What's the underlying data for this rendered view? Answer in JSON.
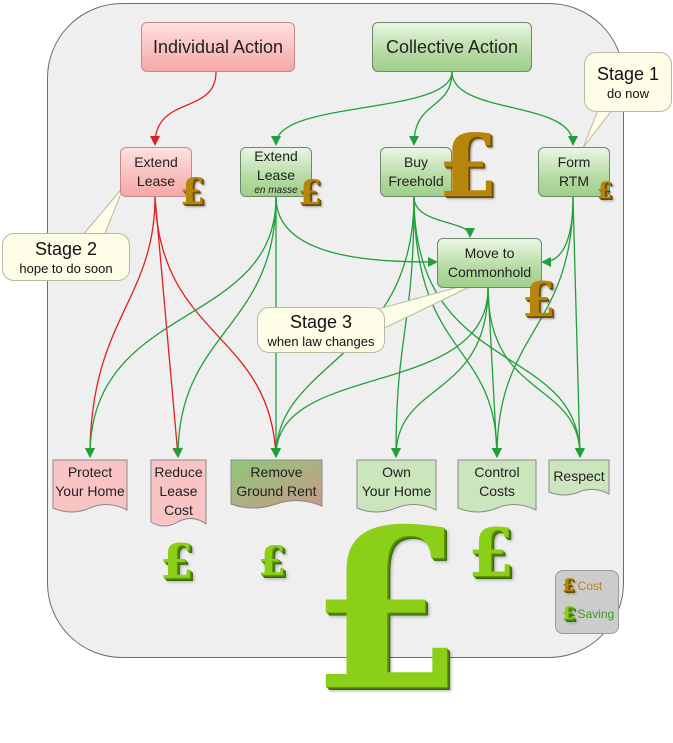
{
  "nodes": {
    "individual_action": "Individual Action",
    "collective_action": "Collective Action",
    "extend_lease": [
      "Extend",
      "Lease"
    ],
    "extend_lease_en_masse": [
      "Extend",
      "Lease",
      "en masse"
    ],
    "buy_freehold": [
      "Buy",
      "Freehold"
    ],
    "form_rtm": [
      "Form",
      "RTM"
    ],
    "move_to_commonhold": [
      "Move to",
      "Commonhold"
    ]
  },
  "outcomes": {
    "protect_your_home": [
      "Protect",
      "Your Home"
    ],
    "reduce_lease_cost": [
      "Reduce",
      "Lease",
      "Cost"
    ],
    "remove_ground_rent": [
      "Remove",
      "Ground Rent"
    ],
    "own_your_home": [
      "Own",
      "Your Home"
    ],
    "control_costs": [
      "Control",
      "Costs"
    ],
    "respect": [
      "Respect"
    ]
  },
  "callouts": {
    "stage1": {
      "title": "Stage 1",
      "sub": "do now"
    },
    "stage2": {
      "title": "Stage 2",
      "sub": "hope to do soon"
    },
    "stage3": {
      "title": "Stage 3",
      "sub": "when law changes"
    }
  },
  "legend": {
    "symbol": "£",
    "cost": "Cost",
    "saving": "Saving"
  },
  "colors": {
    "cost": "#b5860b",
    "saving": "#8ccf18",
    "individual_arrow": "#e02020",
    "collective_arrow": "#1fa03a"
  }
}
